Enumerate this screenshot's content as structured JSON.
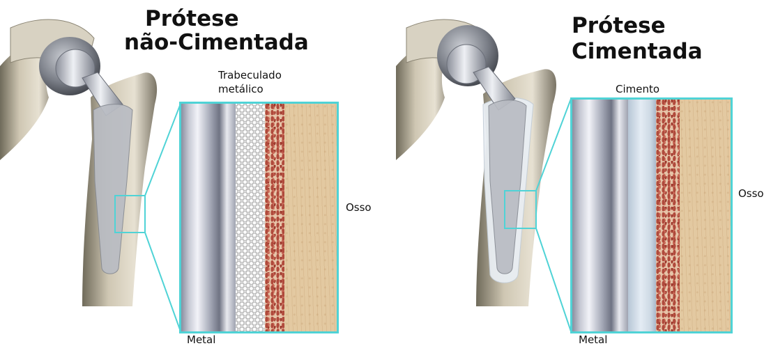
{
  "left": {
    "title_line1": "Prótese",
    "title_line2": "não-Cimentada",
    "label_layer": "Trabeculado metálico",
    "label_bone": "Osso",
    "label_metal": "Metal"
  },
  "right": {
    "title_line1": "Prótese",
    "title_line2": "Cimentada",
    "label_layer": "Cimento",
    "label_bone": "Osso",
    "label_metal": "Metal"
  },
  "colors": {
    "zoom_frame": "#4fd3d6",
    "bone": "#e3c9a1",
    "metal": "#a9adbb",
    "cement": "#dbe5ef"
  }
}
